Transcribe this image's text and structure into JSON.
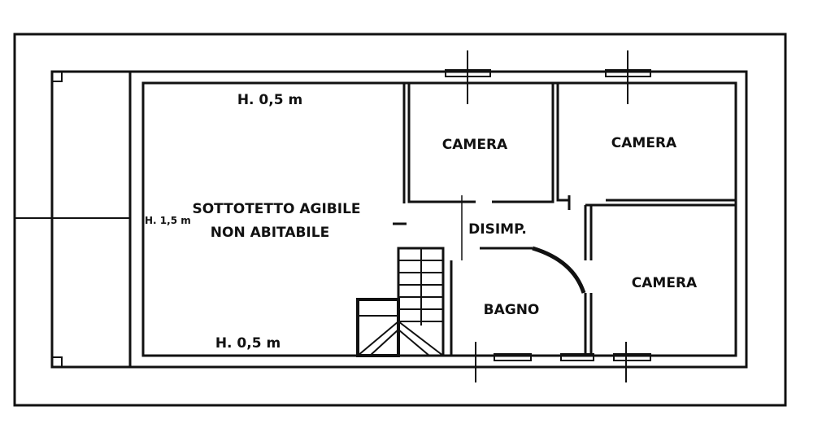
{
  "plan": {
    "rooms": {
      "attic_line1": "SOTTOTETTO AGIBILE",
      "attic_line2": "NON ABITABILE",
      "bedroom_1": "CAMERA",
      "bedroom_2": "CAMERA",
      "bedroom_3": "CAMERA",
      "hallway": "DISIMP.",
      "bathroom": "BAGNO"
    },
    "heights": {
      "top": "H. 0,5 m",
      "middle": "H. 1,5 m",
      "bottom": "H. 0,5 m"
    },
    "colors": {
      "line": "#111111",
      "background": "#ffffff"
    }
  }
}
